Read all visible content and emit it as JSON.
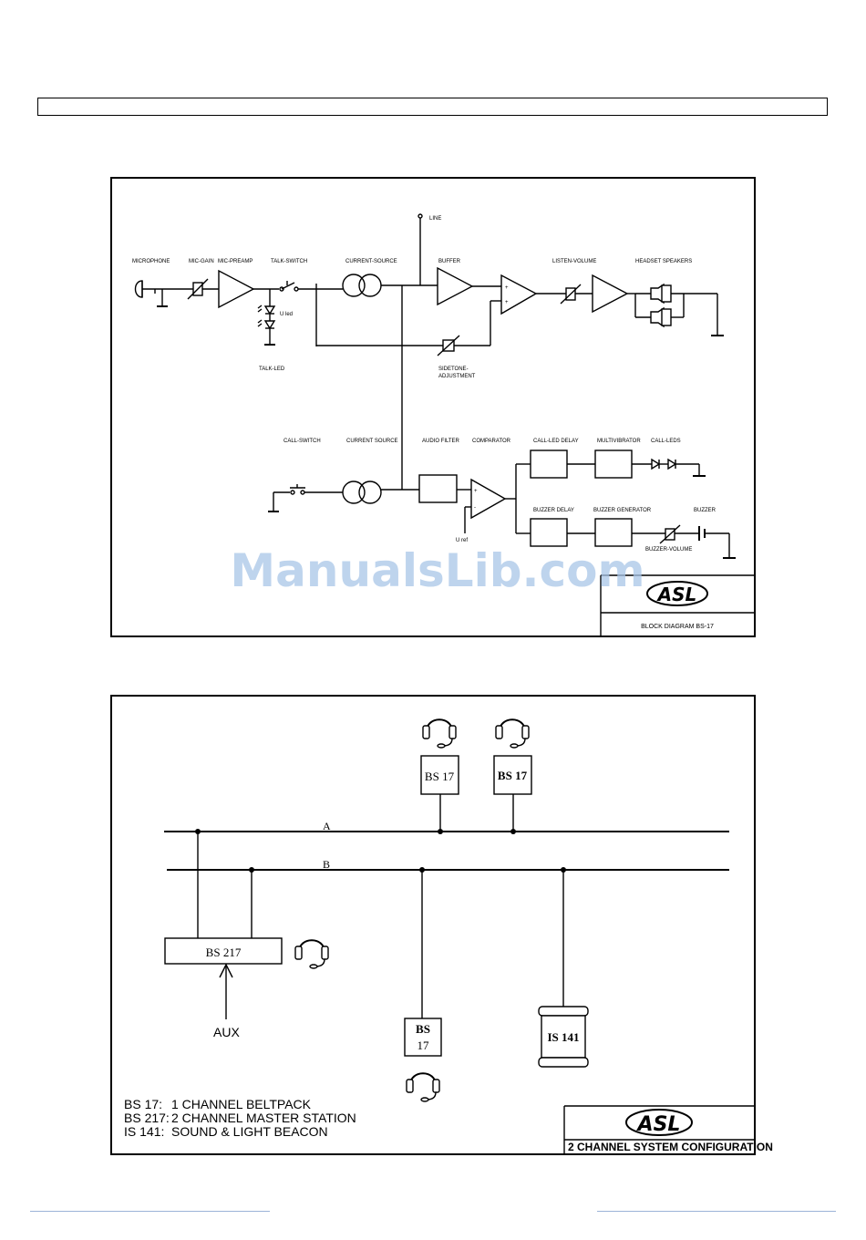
{
  "watermark": "ManualsLib.com",
  "block_diagram": {
    "labels": {
      "microphone": "MICROPHONE",
      "mic_gain": "MIC-GAIN",
      "mic_preamp": "MIC-PREAMP",
      "talk_switch": "TALK-SWITCH",
      "current_source_top": "CURRENT-SOURCE",
      "line": "LINE",
      "buffer": "BUFFER",
      "listen_volume": "LISTEN-VOLUME",
      "headset_speakers": "HEADSET SPEAKERS",
      "u_led": "U led",
      "talk_led": "TALK-LED",
      "sidetone_1": "SIDETONE-",
      "sidetone_2": "ADJUSTMENT",
      "call_switch": "CALL-SWITCH",
      "current_source_bottom": "CURRENT SOURCE",
      "audio_filter": "AUDIO FILTER",
      "comparator": "COMPARATOR",
      "call_led_delay": "CALL-LED DELAY",
      "multivibrator": "MULTIVIBRATOR",
      "call_leds": "CALL-LEDS",
      "buzzer_delay": "BUZZER DELAY",
      "buzzer_generator": "BUZZER GENERATOR",
      "buzzer": "BUZZER",
      "buzzer_volume": "BUZZER-VOLUME",
      "u_ref": "U ref"
    },
    "logo": "ASL",
    "title_block": "BLOCK DIAGRAM BS-17"
  },
  "system_diagram": {
    "bus_a": "A",
    "bus_b": "B",
    "devices": {
      "bs17_top_1": "BS 17",
      "bs17_top_2": "BS 17",
      "bs217": "BS 217",
      "aux": "AUX",
      "bs17_bottom_line1": "BS",
      "bs17_bottom_line2": "17",
      "is141": "IS 141"
    },
    "legend": [
      {
        "code": "BS 17:",
        "desc": "1 CHANNEL BELTPACK"
      },
      {
        "code": "BS 217:",
        "desc": "2 CHANNEL MASTER STATION"
      },
      {
        "code": "IS 141:",
        "desc": "SOUND & LIGHT BEACON"
      }
    ],
    "logo": "ASL",
    "title_block": "2 CHANNEL SYSTEM CONFIGURATION"
  }
}
